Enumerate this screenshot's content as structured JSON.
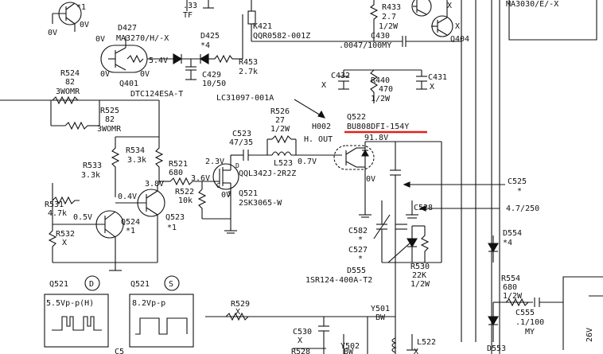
{
  "labels": {
    "tr_top_star": "*1",
    "tr_top_0v_a": "0V",
    "tr_top_0v_b": "0V",
    "d427": "D427",
    "ma3270": "MA3270/H/-X",
    "v33": ".33",
    "tf": "TF",
    "d425": "D425",
    "d425_star": "*4",
    "v54": "5.4V",
    "c429": "C429",
    "c429_val": "10/50",
    "k421": "K421",
    "k421_part": "QQR0582-001Z",
    "r453": "R453",
    "r453_val": "2.7k",
    "r433": "R433",
    "r433_val": "2.7",
    "r433_w": "1/2W",
    "c430": "C430",
    "c430_val": ".0047/100MY",
    "q404": "Q404",
    "x_tr1": "X",
    "x_tr2": "X",
    "ma3030": "MA3030/E/-X",
    "q401_0v_a": "0V",
    "q401_0v_b": "0V",
    "q401_0v_c": "0V",
    "q401": "Q401",
    "dtc124": "DTC124ESA-T",
    "r524": "R524",
    "r524_val": "82",
    "r524_w": "3WOMR",
    "r525": "R525",
    "r525_val": "82",
    "r525_w": "3WOMR",
    "lc31097": "LC31097-001A",
    "c432": "C432",
    "c432_x": "X",
    "r440": "R440",
    "r440_val": "470",
    "r440_w": "1/2W",
    "c431": "C431",
    "c431_x": "X",
    "r526": "R526",
    "r526_val": "27",
    "r526_w": "1/2W",
    "h002": "H002",
    "q522": "Q522",
    "bu808": "BU808DFI-154Y",
    "c523": "C523",
    "c523_val": "47/35",
    "hout": "H. OUT",
    "v918": "91.8V",
    "r534": "R534",
    "r534_val": "3.3k",
    "r533": "R533",
    "r533_val": "3.3k",
    "r521": "R521",
    "r521_val": "680",
    "v23": "2.3V",
    "d_pin": "D",
    "l523": "L523",
    "v07": "0.7V",
    "qql342": "QQL342J-2R2Z",
    "v38": "3.8V",
    "v36": "3.6V",
    "g_pin": "G",
    "v04": "0.4V",
    "r522": "R522",
    "r522_val": "10k",
    "ov_q521": "0V",
    "s_pin": "S",
    "q521": "Q521",
    "q521_part": "2SK3065-W",
    "ov_q522": "0V",
    "c525": "C525",
    "c525_star": "*",
    "r531": "R531",
    "r531_val": "4.7k",
    "v05": "0.5V",
    "q524": "Q524",
    "q524_star": "*1",
    "q523": "Q523",
    "q523_star": "*1",
    "c528": "C528",
    "c528_val": "4.7/250",
    "r532": "R532",
    "r532_x": "X",
    "c582": "C582",
    "c582_star": "*",
    "c527": "C527",
    "c527_star": "*",
    "d554": "D554",
    "d554_star": "*4",
    "r530": "R530",
    "r530_val": "22K",
    "r530_w": "1/2W",
    "d555": "D555",
    "d555_part": "1SR124-400A-T2",
    "q521_wave_a": "Q521",
    "wave_d": "D",
    "q521_wave_b": "Q521",
    "wave_s": "S",
    "r554": "R554",
    "r554_val": "680",
    "r554_w": "1/2W",
    "wave_d_val": "5.5Vp-p(H)",
    "wave_s_val": "8.2Vp-p",
    "r529": "R529",
    "r529_x": "X",
    "c555": "C555",
    "c555_val": ".1/100",
    "c555_my": "MY",
    "y501": "Y501",
    "y501_bw": "BW",
    "c530": "C530",
    "c530_x": "X",
    "y502": "Y502",
    "y502_bw": "BW",
    "l522": "L522",
    "l522_x": "X",
    "r528": "R528",
    "d553": "D553",
    "v26": "26V",
    "c5xx": "C5"
  }
}
